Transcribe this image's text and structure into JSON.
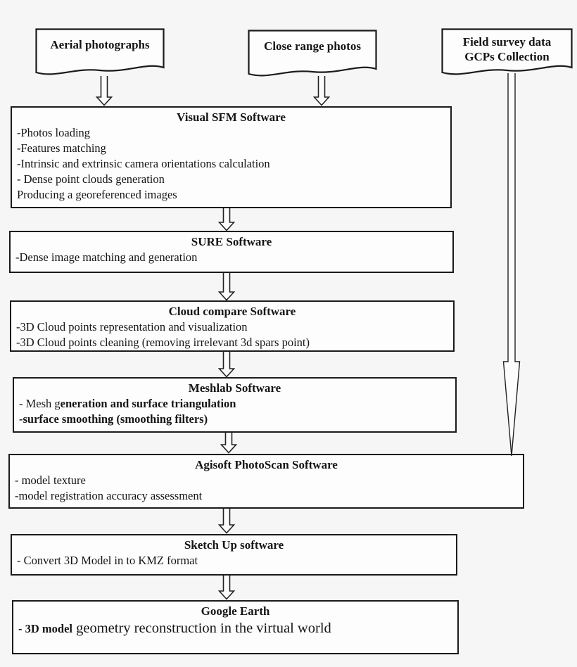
{
  "page": {
    "background_color": "#f5f6f5",
    "paper_color": "#fdfdfd",
    "ink_color": "#1b1b1b"
  },
  "sources": [
    {
      "id": "aerial-photographs",
      "lines": [
        "Aerial photographs"
      ]
    },
    {
      "id": "close-range-photos",
      "lines": [
        "Close range photos"
      ]
    },
    {
      "id": "field-survey",
      "lines": [
        "Field survey data",
        "GCPs Collection"
      ]
    }
  ],
  "boxes": [
    {
      "id": "visual-sfm",
      "title": "Visual SFM Software",
      "lines": [
        "-Photos loading",
        "-Features matching",
        "-Intrinsic and extrinsic camera orientations calculation",
        "- Dense point clouds generation",
        "Producing a georeferenced images"
      ]
    },
    {
      "id": "sure",
      "title": "SURE Software",
      "lines": [
        "-Dense image matching and generation"
      ]
    },
    {
      "id": "cloud-compare",
      "title": "Cloud compare Software",
      "lines": [
        "-3D Cloud points representation and visualization",
        "-3D Cloud points cleaning (removing irrelevant 3d spars point)"
      ]
    },
    {
      "id": "meshlab",
      "title": "Meshlab Software",
      "lines": [
        [
          {
            "t": "- Mesh g"
          },
          {
            "t": "eneration and surface triangulation",
            "b": true
          }
        ],
        [
          {
            "t": "-surface smoothing (smoothing filters)",
            "b": true
          }
        ]
      ]
    },
    {
      "id": "agisoft-photoscan",
      "title": "Agisoft PhotoScan Software",
      "lines": [
        "- model texture",
        "-model registration accuracy assessment"
      ]
    },
    {
      "id": "sketch-up",
      "title": "Sketch Up software",
      "lines": [
        "- Convert 3D Model in to KMZ format"
      ]
    },
    {
      "id": "google-earth",
      "title": "Google Earth",
      "lines": [
        [
          {
            "t": "- 3D model",
            "b": true
          },
          {
            "t": " geometry reconstruction in the virtual world",
            "lg": true
          }
        ]
      ]
    }
  ],
  "edges": [
    {
      "from": "aerial-photographs",
      "to": "visual-sfm"
    },
    {
      "from": "close-range-photos",
      "to": "visual-sfm"
    },
    {
      "from": "field-survey",
      "to": "agisoft-photoscan"
    },
    {
      "from": "visual-sfm",
      "to": "sure"
    },
    {
      "from": "sure",
      "to": "cloud-compare"
    },
    {
      "from": "cloud-compare",
      "to": "meshlab"
    },
    {
      "from": "meshlab",
      "to": "agisoft-photoscan"
    },
    {
      "from": "agisoft-photoscan",
      "to": "sketch-up"
    },
    {
      "from": "sketch-up",
      "to": "google-earth"
    }
  ]
}
